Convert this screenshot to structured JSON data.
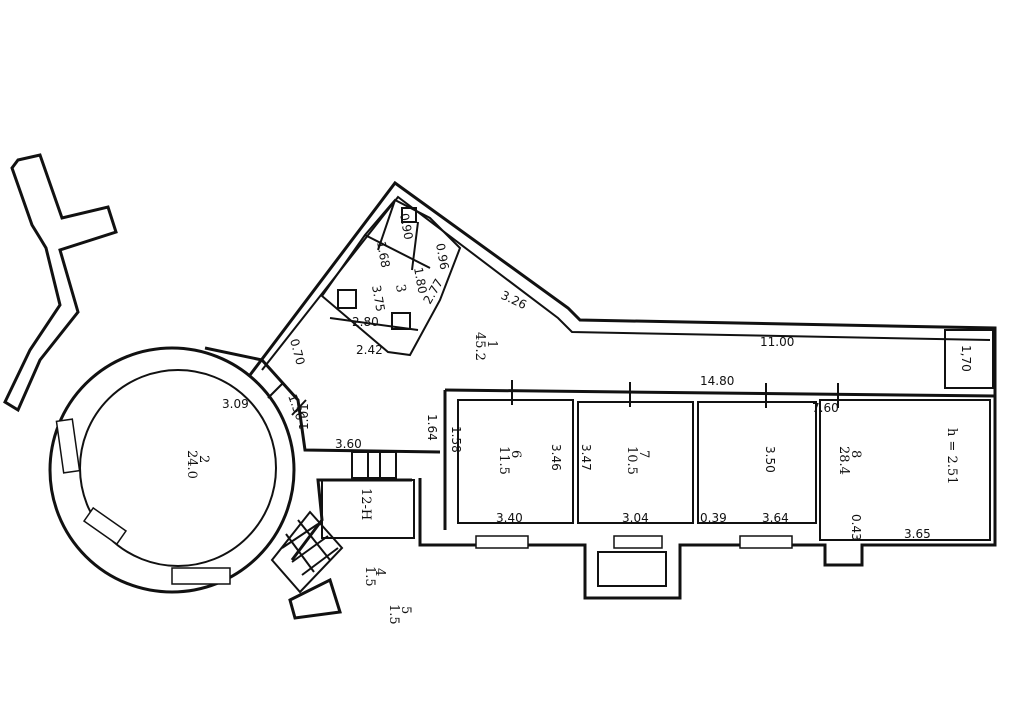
{
  "dimensions": {
    "d_3_26": "3.26",
    "d_11_00": "11.00",
    "d_1_70": "1,70",
    "d_14_80": "14.80",
    "d_7_60": "7.60",
    "d_3_09": "3.09",
    "d_1_36": "1.36",
    "d_1_01": "1.01",
    "d_3_60": "3.60",
    "d_1_64": "1.64",
    "d_1_58": "1.58",
    "d_3_46": "3.46",
    "d_3_47": "3.47",
    "d_3_50": "3.50",
    "d_3_40": "3.40",
    "d_3_04": "3.04",
    "d_0_39": "0.39",
    "d_3_64": "3.64",
    "d_0_43": "0.43",
    "d_3_65": "3.65",
    "d_0_70": "0.70",
    "d_2_42": "2.42",
    "d_2_80": "2.80",
    "d_2_77": "2.77",
    "d_1_68": "1.68",
    "d_1_80": "1.80",
    "d_3_75": "3.75",
    "d_0_90": "0.90",
    "d_0_96": "0.96"
  },
  "rooms": {
    "room_1": {
      "number": "1",
      "area": "45.2"
    },
    "room_2": {
      "number": "2",
      "area": "24.0"
    },
    "room_3": {
      "number": "3",
      "area": "3.75"
    },
    "room_4": {
      "number": "4",
      "area": "1.5"
    },
    "room_5": {
      "number": "5",
      "area": "1.5"
    },
    "room_6": {
      "number": "6",
      "area": "11.5"
    },
    "room_7": {
      "number": "7",
      "area": "10.5"
    },
    "room_8": {
      "number": "8",
      "area": "28.4"
    },
    "room_12": {
      "label": "12-Н"
    }
  },
  "height_note": "h = 2.51"
}
